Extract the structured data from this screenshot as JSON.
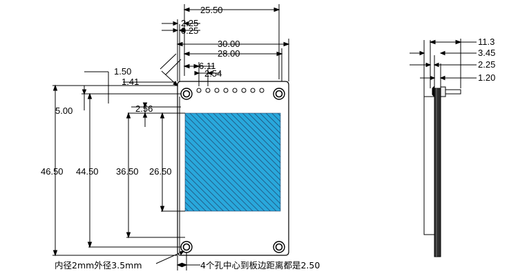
{
  "colors": {
    "line": "#000000",
    "screen_fill": "#29a8dc",
    "screen_hatch": "#1e3f66",
    "pcb_edge": "#3a3a3a"
  },
  "front_view": {
    "top_dims": {
      "width_25_50": "25.50",
      "offset_2_25": "2.25",
      "offset_0_25": "0.25",
      "width_30_00": "30.00",
      "width_28_00": "28.00",
      "pin_offset_6_11": "6.11",
      "pin_pitch_2_54": "2.54"
    },
    "left_dims": {
      "chamfer_1_50": "1.50",
      "chamfer_1_41": "1.41",
      "offset_5_00": "5.00",
      "offset_2_56": "2.56",
      "height_46_50": "46.50",
      "height_44_50": "44.50",
      "height_36_50": "36.50",
      "height_26_50": "26.50"
    },
    "notes": {
      "hole_size": "内径2mm外径3.5mm",
      "hole_position": "4个孔中心到板边距离都是2.50"
    }
  },
  "side_view": {
    "dims": {
      "thickness_11_3": "11.3",
      "offset_3_45": "3.45",
      "offset_2_25": "2.25",
      "offset_1_20": "1.20"
    }
  }
}
